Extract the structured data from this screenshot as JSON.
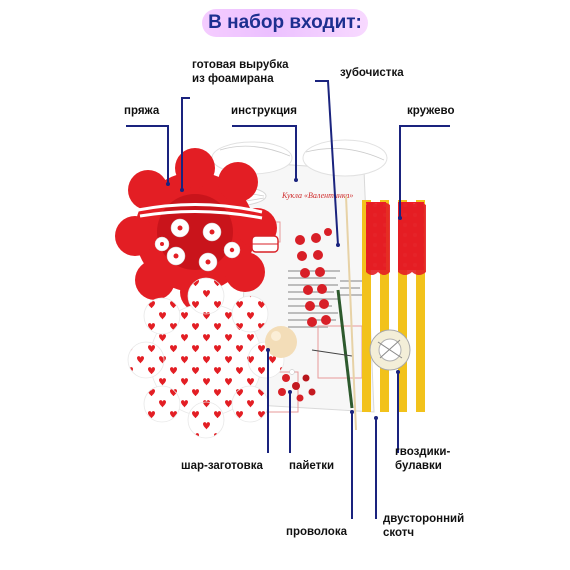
{
  "title": "В набор входит:",
  "colors": {
    "line": "#1a237e",
    "accent_red": "#e31e24",
    "stripe_yellow": "#f2c21b",
    "title_bg": "#efc2ff",
    "title_text": "#1d2f8f"
  },
  "labels": {
    "precut_foam_1": "готовая вырубка",
    "precut_foam_2": "из фоамирана",
    "toothpick": "зубочистка",
    "yarn": "пряжа",
    "instruction": "инструкция",
    "lace": "кружево",
    "ball_blank": "шар-заготовка",
    "sequins": "пайетки",
    "pins_1": "гвоздики-",
    "pins_2": "булавки",
    "wire": "проволока",
    "tape_1": "двусторонний",
    "tape_2": "скотч"
  },
  "instruction_sheet_title": "Кукла «Валентинка»",
  "icons": [
    "red-flower-foam-icon",
    "heart-pattern-foam-icon",
    "yarn-skein-icon",
    "instruction-sheet-icon",
    "lace-ribbon-icon",
    "tape-roll-icon",
    "ball-icon",
    "sequins-icon",
    "wire-icon",
    "toothpick-icon"
  ]
}
